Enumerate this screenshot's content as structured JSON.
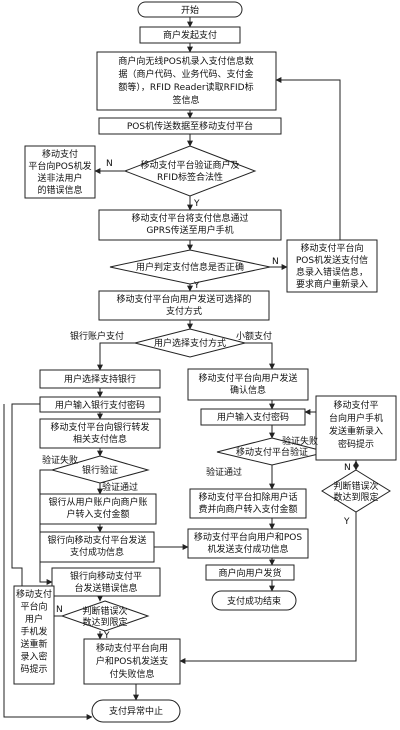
{
  "nodes": {
    "start": "开始",
    "initiate": "商户发起支付",
    "enter_info": [
      "商户向无线POS机录入支付信息数",
      "据（商户代码、业务代码、支付金",
      "额等），RFID Reader读取RFID标",
      "签信息"
    ],
    "pos_transmit": "POS机传送数据至移动支付平台",
    "verify_merchant": [
      "移动支付平台验证商户及",
      "RFID标签合法性"
    ],
    "send_illegal_err": [
      "移动支付",
      "平台向POS机发",
      "送非法用户",
      "的错误信息"
    ],
    "gprs_send": [
      "移动支付平台将支付信息通过",
      "GPRS传送至用户手机"
    ],
    "user_judge": "用户判定支付信息是否正确",
    "reenter_err": [
      "移动支付平台向",
      "POS机发送支付信",
      "息录入错误信息，",
      "要求商户重新录入"
    ],
    "send_options": [
      "移动支付平台向用户发送可选择的",
      "支付方式"
    ],
    "choose_method": "用户选择支付方式",
    "choose_bank": "用户选择支持银行",
    "input_bank_pwd": "用户输入银行支付密码",
    "forward_info": [
      "移动支付平台向银行转发",
      "相关支付信息"
    ],
    "bank_verify": "银行验证",
    "bank_transfer": [
      "银行从用户账户向商户账",
      "户转入支付金额"
    ],
    "bank_success": [
      "银行向移动支付平台发送",
      "支付成功信息"
    ],
    "bank_err": [
      "银行向移动支付平",
      "台发送错误信息"
    ],
    "resend_bank_pwd": [
      "移动支付",
      "平台向",
      "用户",
      "手机发",
      "送重新",
      "录入密",
      "码提示"
    ],
    "judge_left": [
      "判断错误次",
      "数达到限定"
    ],
    "fail_info": [
      "移动支付平台向用",
      "户和POS机发送支",
      "付失败信息"
    ],
    "abort": "支付异常中止",
    "confirm_info": [
      "移动支付平台向用户发送",
      "确认信息"
    ],
    "input_pay_pwd": "用户输入支付密码",
    "platform_verify": "移动支付平台验证",
    "deduct_bill": [
      "移动支付平台扣除用户话",
      "费并向商户转入支付金额"
    ],
    "platform_success": [
      "移动支付平台向用户和POS",
      "机发送支付成功信息"
    ],
    "ship": "商户向用户发货",
    "pay_end": "支付成功结束",
    "resend_pwd_right": [
      "移动支付平",
      "台向用户手机",
      "发送重新录入",
      "密码提示"
    ],
    "judge_right": [
      "判断错误次",
      "数达到限定"
    ]
  },
  "labels": {
    "n": "N",
    "y": "Y",
    "bank_account": "银行账户支付",
    "micro_pay": "小额支付",
    "verify_fail": "验证失败",
    "verify_pass": "验证通过"
  }
}
